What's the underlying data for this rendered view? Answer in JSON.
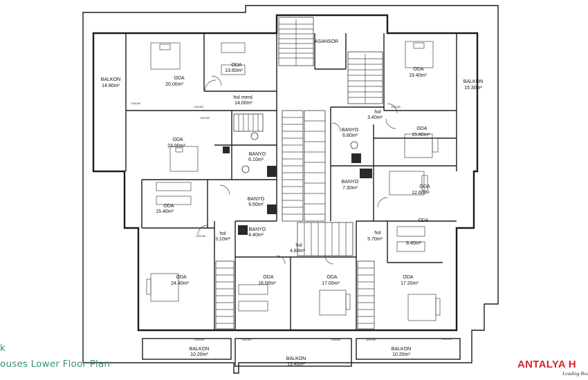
{
  "rooms": [
    {
      "id": "balkon-nw",
      "name": "BALKON",
      "area": "14.80m²"
    },
    {
      "id": "oda-nw",
      "name": "ODA",
      "area": "20.00m²"
    },
    {
      "id": "oda-n",
      "name": "ODA",
      "area": "13.60m²"
    },
    {
      "id": "hol-n",
      "name": "hol merd.",
      "area": "14.00m²"
    },
    {
      "id": "oda-w",
      "name": "ODA",
      "area": "23.00m²"
    },
    {
      "id": "banyo-w",
      "name": "BANYO",
      "area": "6.10m²"
    },
    {
      "id": "oda-wm",
      "name": "ODA",
      "area": "15.40m²"
    },
    {
      "id": "banyo-c",
      "name": "BANYO",
      "area": "9.50m²"
    },
    {
      "id": "hol-w",
      "name": "hol",
      "area": "3.10m²"
    },
    {
      "id": "banyo-sw",
      "name": "BANYO",
      "area": "4.40m²"
    },
    {
      "id": "hol-c",
      "name": "hol",
      "area": "4.80m²"
    },
    {
      "id": "oda-sw",
      "name": "ODA",
      "area": "24.40m²"
    },
    {
      "id": "oda-s1",
      "name": "ODA",
      "area": "16.00m²"
    },
    {
      "id": "oda-s2",
      "name": "ODA",
      "area": "17.00m²"
    },
    {
      "id": "oda-s3",
      "name": "ODA",
      "area": "17.20m²"
    },
    {
      "id": "balkon-sw",
      "name": "BALKON",
      "area": "10.20m²"
    },
    {
      "id": "balkon-s",
      "name": "BALKON",
      "area": "13.40m²"
    },
    {
      "id": "balkon-se",
      "name": "BALKON",
      "area": "10.20m²"
    },
    {
      "id": "oda-ne",
      "name": "ODA",
      "area": "19.40m²"
    },
    {
      "id": "balkon-ne",
      "name": "BALKON",
      "area": "15.30m²"
    },
    {
      "id": "hol-ne",
      "name": "hol",
      "area": "3.40m²"
    },
    {
      "id": "banyo-e",
      "name": "BANYO",
      "area": "6.80m²"
    },
    {
      "id": "oda-e",
      "name": "ODA",
      "area": "15.80m²"
    },
    {
      "id": "banyo-em",
      "name": "BANYO",
      "area": "7.30m²"
    },
    {
      "id": "oda-em",
      "name": "ODA",
      "area": "12.60m²"
    },
    {
      "id": "hol-e",
      "name": "hol",
      "area": "5.70m²"
    },
    {
      "id": "oda-se",
      "name": "ODA",
      "area": "8.40m²"
    }
  ],
  "asansor": "ASANSOR",
  "title_line1": "k",
  "title_line2": "ouses Lower Floor Plan",
  "brand": {
    "name": "ANTALYA H",
    "slogan": "Leading Rea"
  },
  "window_tag": "120X150"
}
